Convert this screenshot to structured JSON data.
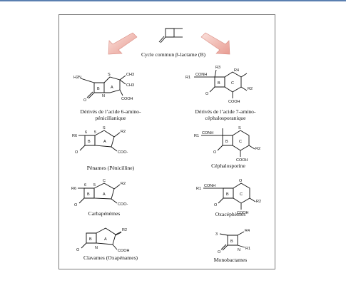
{
  "header": {
    "caption": "Cycle commun β-lactame (B)"
  },
  "arrows": {
    "color": "#f2b8b0"
  },
  "structures": [
    {
      "name": "Dérivés de l’acide 6-amino-\npénicillanique",
      "labels": [
        "H2N",
        "B",
        "A",
        "S",
        "CH3",
        "CH3",
        "O",
        "N",
        "COOH"
      ]
    },
    {
      "name": "Dérivés de l’acide 7-amino-\ncéphalosporanique",
      "labels": [
        "R1",
        "CONH",
        "R3",
        "R4",
        "B",
        "C",
        "O",
        "COOH",
        "R2"
      ]
    },
    {
      "name": "Pénames (Pénicilline)",
      "labels": [
        "R6",
        "6",
        "5",
        "S",
        "R2",
        "B",
        "A",
        "O",
        "COO-"
      ]
    },
    {
      "name": "Céphalosporine",
      "labels": [
        "R1",
        "CONH",
        "S",
        "B",
        "C",
        "O",
        "COOH",
        "R2"
      ]
    },
    {
      "name": "Carbapénèmes",
      "labels": [
        "R6",
        "6",
        "5",
        "C",
        "R2",
        "B",
        "A",
        "O",
        "COO-"
      ]
    },
    {
      "name": "Oxacéphèmes",
      "labels": [
        "R1",
        "CONH",
        "O",
        "B",
        "C",
        "O",
        "COOH",
        "R2"
      ]
    },
    {
      "name": "Clavames (Oxapénames)",
      "labels": [
        "B",
        "A",
        "R2",
        "O",
        "N",
        "COOH"
      ]
    },
    {
      "name": "Monobactames",
      "labels": [
        "3",
        "R4",
        "B",
        "O",
        "N",
        "R1"
      ]
    }
  ]
}
